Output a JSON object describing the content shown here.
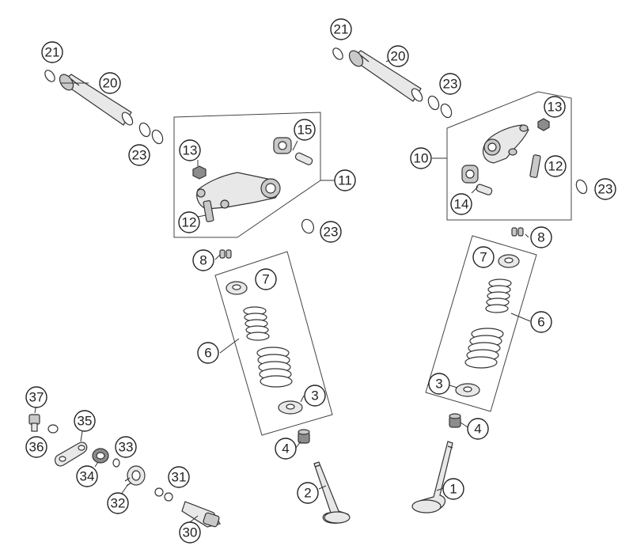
{
  "diagram": {
    "callouts": [
      {
        "id": "c21a",
        "label": "21"
      },
      {
        "id": "c20a",
        "label": "20"
      },
      {
        "id": "c23a",
        "label": "23"
      },
      {
        "id": "c13a",
        "label": "13"
      },
      {
        "id": "c15",
        "label": "15"
      },
      {
        "id": "c11",
        "label": "11"
      },
      {
        "id": "c12a",
        "label": "12"
      },
      {
        "id": "c23b",
        "label": "23"
      },
      {
        "id": "c8a",
        "label": "8"
      },
      {
        "id": "c7a",
        "label": "7"
      },
      {
        "id": "c6a",
        "label": "6"
      },
      {
        "id": "c3a",
        "label": "3"
      },
      {
        "id": "c4a",
        "label": "4"
      },
      {
        "id": "c2",
        "label": "2"
      },
      {
        "id": "c21b",
        "label": "21"
      },
      {
        "id": "c20b",
        "label": "20"
      },
      {
        "id": "c23c",
        "label": "23"
      },
      {
        "id": "c13b",
        "label": "13"
      },
      {
        "id": "c10",
        "label": "10"
      },
      {
        "id": "c12b",
        "label": "12"
      },
      {
        "id": "c23d",
        "label": "23"
      },
      {
        "id": "c14",
        "label": "14"
      },
      {
        "id": "c8b",
        "label": "8"
      },
      {
        "id": "c7b",
        "label": "7"
      },
      {
        "id": "c6b",
        "label": "6"
      },
      {
        "id": "c3b",
        "label": "3"
      },
      {
        "id": "c4b",
        "label": "4"
      },
      {
        "id": "c1",
        "label": "1"
      },
      {
        "id": "c37",
        "label": "37"
      },
      {
        "id": "c35",
        "label": "35"
      },
      {
        "id": "c36",
        "label": "36"
      },
      {
        "id": "c33",
        "label": "33"
      },
      {
        "id": "c34",
        "label": "34"
      },
      {
        "id": "c31",
        "label": "31"
      },
      {
        "id": "c32",
        "label": "32"
      },
      {
        "id": "c30",
        "label": "30"
      }
    ]
  }
}
